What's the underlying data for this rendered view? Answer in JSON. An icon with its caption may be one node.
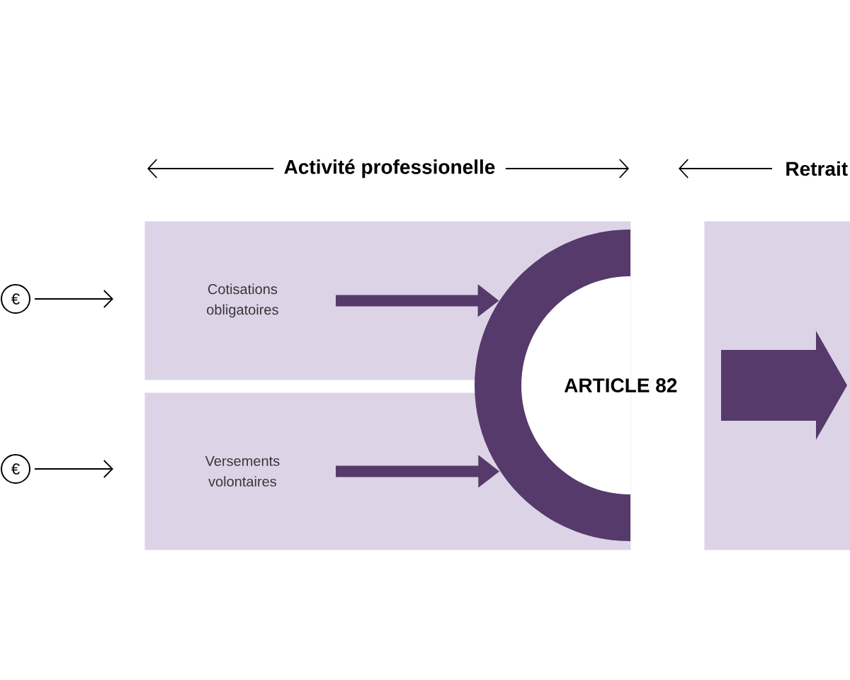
{
  "diagram": {
    "nodes": [
      {
        "text": [
          "€"
        ]
      },
      {
        "text": [
          "Cotisations obligatoires"
        ]
      },
      {
        "text": [
          "€"
        ]
      },
      {
        "text": [
          "Versements volontaires"
        ]
      },
      {
        "text": [
          "ARTICLE 82"
        ]
      },
      {
        "text": [],
        "shape": "box"
      }
    ],
    "edges": [
      {
        "from": 0,
        "to": 1,
        "arrow": "to",
        "color": "#000000"
      },
      {
        "from": 1,
        "to": 4,
        "arrow": "to",
        "style": "thick",
        "color": "#553a6b"
      },
      {
        "from": 2,
        "to": 3,
        "arrow": "to",
        "color": "#000000"
      },
      {
        "from": 3,
        "to": 4,
        "arrow": "to",
        "style": "thick",
        "color": "#553a6b"
      }
    ],
    "labels": [
      "Activité professionelle",
      "Retrait"
    ]
  }
}
